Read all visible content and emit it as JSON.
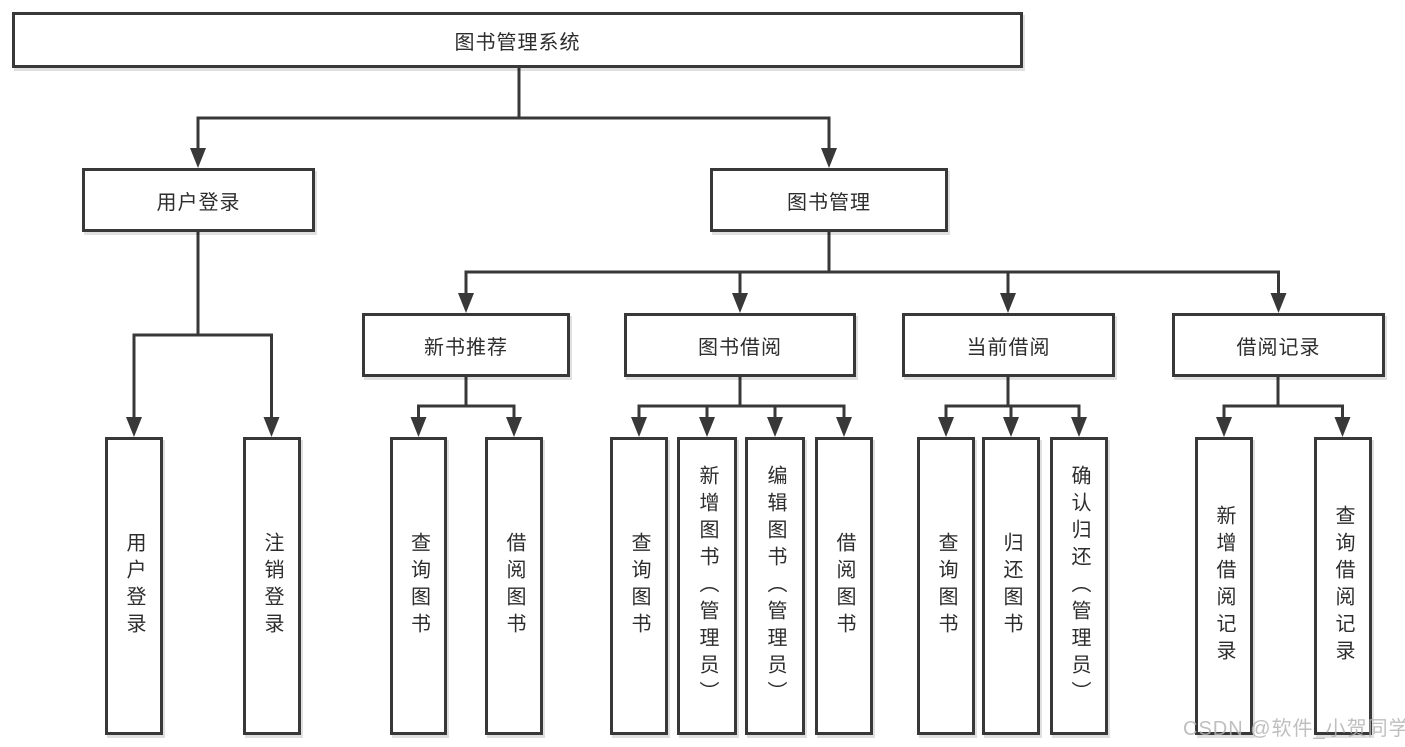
{
  "diagram": {
    "root": {
      "label": "图书管理系统"
    },
    "level2": [
      {
        "label": "用户登录"
      },
      {
        "label": "图书管理"
      }
    ],
    "level3": [
      {
        "label": "新书推荐"
      },
      {
        "label": "图书借阅"
      },
      {
        "label": "当前借阅"
      },
      {
        "label": "借阅记录"
      }
    ],
    "leaves": {
      "user_login": [
        "用户登录",
        "注销登录"
      ],
      "new_book": [
        "查询图书",
        "借阅图书"
      ],
      "borrow": [
        "查询图书",
        "新增图书（管理员）",
        "编辑图书（管理员）",
        "借阅图书"
      ],
      "current": [
        "查询图书",
        "归还图书",
        "确认归还（管理员）"
      ],
      "records": [
        "新增借阅记录",
        "查询借阅记录"
      ]
    },
    "watermark": "CSDN @软件_小贺同学",
    "colors": {
      "line": "#383838",
      "box_border": "#383838",
      "text": "#2d2d2d",
      "background": "#ffffff",
      "watermark": "#b4b4b4"
    }
  }
}
